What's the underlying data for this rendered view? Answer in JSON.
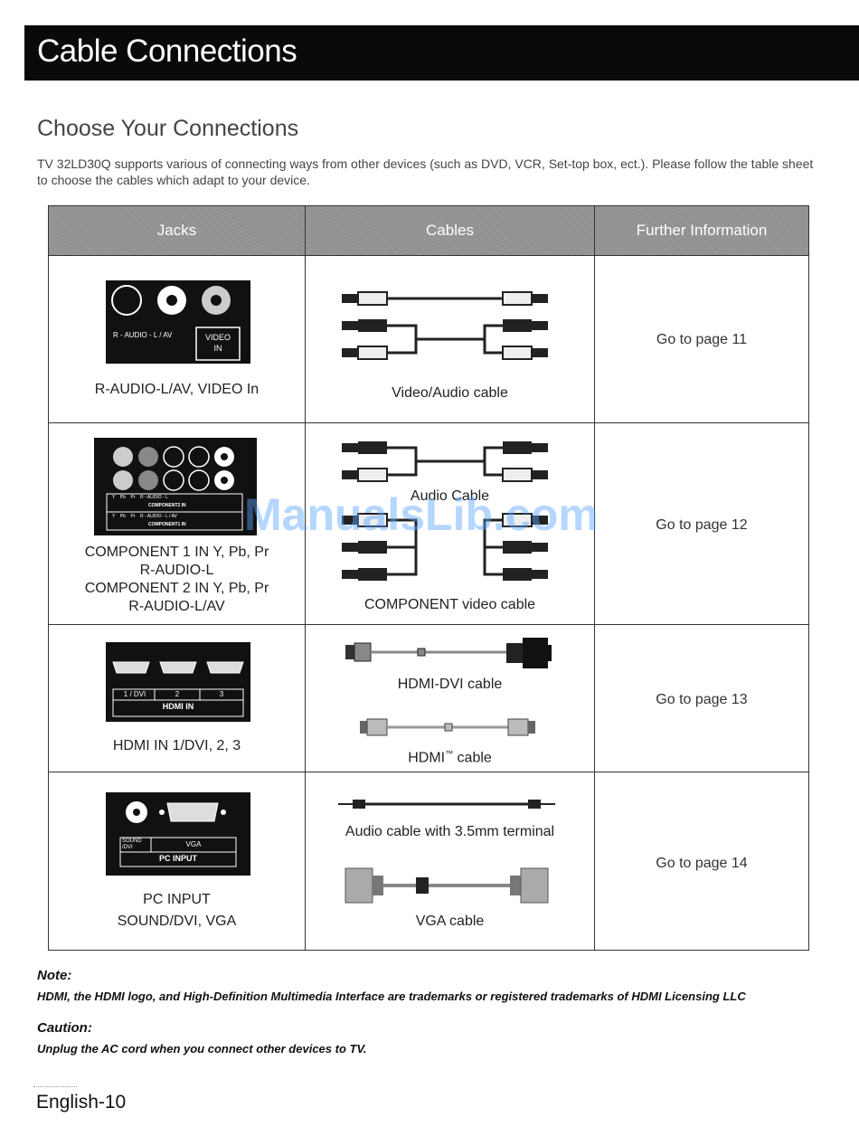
{
  "header": {
    "title": "Cable Connections"
  },
  "section": {
    "title": "Choose Your Connections",
    "intro": "TV 32LD30Q supports various of connecting ways from other devices (such as DVD, VCR, Set-top box, ect.). Please follow the table sheet to choose the cables which adapt to your device."
  },
  "table": {
    "headers": {
      "jacks": "Jacks",
      "cables": "Cables",
      "info": "Further Information"
    },
    "rows": [
      {
        "jack_lines": [
          "R-AUDIO-L/AV, VIDEO In"
        ],
        "panel_text": {
          "label": "R - AUDIO - L / AV",
          "box_line1": "VIDEO",
          "box_line2": "IN"
        },
        "cables": [
          "Video/Audio cable"
        ],
        "info": "Go to page 11"
      },
      {
        "jack_lines": [
          "COMPONENT 1 IN Y, Pb, Pr",
          "R-AUDIO-L",
          "COMPONENT 2 IN Y, Pb, Pr",
          "R-AUDIO-L/AV"
        ],
        "panel_text": {
          "cols": "Y    Pb    Pr    R - AUDIO - L",
          "comp2": "COMPONENT2  IN",
          "cols2": "Y    Pb    Pr    R - AUDIO - L / AV",
          "comp1": "COMPONENT1  IN"
        },
        "cables": [
          "Audio Cable",
          "COMPONENT video cable"
        ],
        "info": "Go to page 12"
      },
      {
        "jack_lines": [
          "HDMI IN 1/DVI, 2, 3"
        ],
        "panel_text": {
          "p1": "1 / DVI",
          "p2": "2",
          "p3": "3",
          "logo": "HDMI IN"
        },
        "cables": [
          "HDMI-DVI cable",
          "HDMI",
          "™",
          "cable"
        ],
        "info": "Go to page 13"
      },
      {
        "jack_lines": [
          "PC INPUT",
          "SOUND/DVI, VGA"
        ],
        "panel_text": {
          "sound": "SOUND /DVI",
          "vga": "VGA",
          "pc": "PC INPUT"
        },
        "cables": [
          "Audio cable with 3.5mm terminal",
          "VGA cable"
        ],
        "info": "Go to page 14"
      }
    ]
  },
  "note": {
    "title": "Note:",
    "text": "HDMI, the HDMI logo, and High-Definition Multimedia Interface are trademarks or registered trademarks of HDMI Licensing LLC"
  },
  "caution": {
    "title": "Caution:",
    "text": "Unplug the AC cord when you connect other devices to TV."
  },
  "footer": {
    "page": "English-10"
  },
  "watermark": "ManualsLib.com"
}
